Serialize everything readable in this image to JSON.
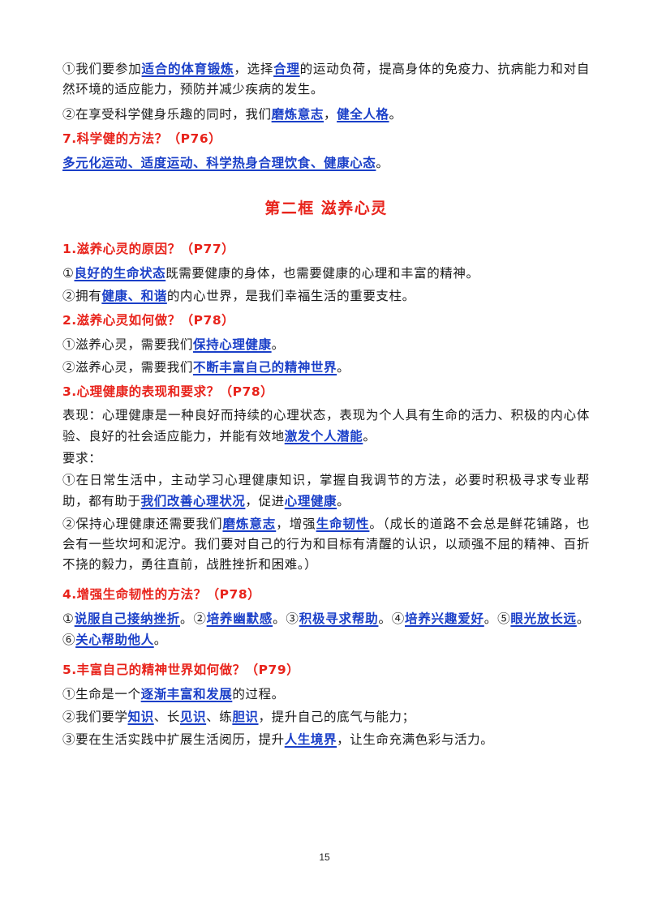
{
  "intro": {
    "p1": {
      "t1": "①我们要参加",
      "k1": "适合的体育锻炼",
      "t2": "，选择",
      "k2": "合理",
      "t3": "的运动负荷，提高身体的免疫力、抗病能力和对自然环境的适应能力，预防并减少疾病的发生。"
    },
    "p2": {
      "t1": "②在享受科学健身乐趣的同时，我们",
      "k1": "磨炼意志",
      "t2": "，",
      "k2": "健全人格",
      "t3": "。"
    }
  },
  "q7": {
    "title": "7.科学健的方法？（P76）",
    "answer": "多元化运动、适度运动、科学热身合理饮食、健康心态",
    "end": "。"
  },
  "section": {
    "title": "第二框  滋养心灵"
  },
  "s1": {
    "title": "1.滋养心灵的原因？（P77）",
    "a1": {
      "t1": "①",
      "k1": "良好的生命状态",
      "t2": "既需要健康的身体，也需要健康的心理和丰富的精神。"
    },
    "a2": {
      "t1": "②拥有",
      "k1": "健康、和谐",
      "t2": "的内心世界，是我们幸福生活的重要支柱。"
    }
  },
  "s2": {
    "title": "2.滋养心灵如何做？（P78）",
    "a1": {
      "t1": "①滋养心灵，需要我们",
      "k1": "保持心理健康",
      "t2": "。"
    },
    "a2": {
      "t1": "②滋养心灵，需要我们",
      "k1": "不断丰富自己的精神世界",
      "t2": "。"
    }
  },
  "s3": {
    "title": "3.心理健康的表现和要求？（P78）",
    "a1": {
      "t1": "表现：心理健康是一种良好而持续的心理状态，表现为个人具有生命的活力、积极的内心体验、良好的社会适应能力，并能有效地",
      "k1": "激发个人潜能",
      "t2": "。"
    },
    "req_label": "要求：",
    "a2": {
      "t1": "①在日常生活中，主动学习心理健康知识，掌握自我调节的方法，必要时积极寻求专业帮助，都有助于",
      "k1": "我们改善心理状况",
      "t2": "，促进",
      "k2": "心理健康",
      "t3": "。"
    },
    "a3": {
      "t1": "②保持心理健康还需要我们",
      "k1": "磨炼意志",
      "t2": "，增强",
      "k2": "生命韧性",
      "t3": "。（成长的道路不会总是鲜花铺路，也会有一些坎坷和泥泞。我们要对自己的行为和目标有清醒的认识，以顽强不屈的精神、百折不挠的毅力，勇往直前，战胜挫折和困难。）"
    }
  },
  "s4": {
    "title": "4.增强生命韧性的方法？（P78）",
    "items": [
      {
        "n": "①",
        "k": "说服自己接纳挫折",
        "e": "。"
      },
      {
        "n": "②",
        "k": "培养幽默感",
        "e": "。"
      },
      {
        "n": "③",
        "k": "积极寻求帮助",
        "e": "。"
      },
      {
        "n": "④",
        "k": "培养兴趣爱好",
        "e": "。"
      },
      {
        "n": "⑤",
        "k": "眼光放长远",
        "e": "。"
      },
      {
        "n": "⑥",
        "k": "关心帮助他人",
        "e": "。"
      }
    ]
  },
  "s5": {
    "title": "5.丰富自己的精神世界如何做？（P79）",
    "a1": {
      "t1": "①生命是一个",
      "k1": "逐渐丰富和发展",
      "t2": "的过程。"
    },
    "a2": {
      "t1": "②我们要学",
      "k1": "知识",
      "t2": "、长",
      "k2": "见识",
      "t3": "、练",
      "k3": "胆识",
      "t4": "，提升自己的底气与能力；"
    },
    "a3": {
      "t1": "③要在生活实践中扩展生活阅历，提升",
      "k1": "人生境界",
      "t2": "，让生命充满色彩与活力。"
    }
  },
  "page_number": "15"
}
